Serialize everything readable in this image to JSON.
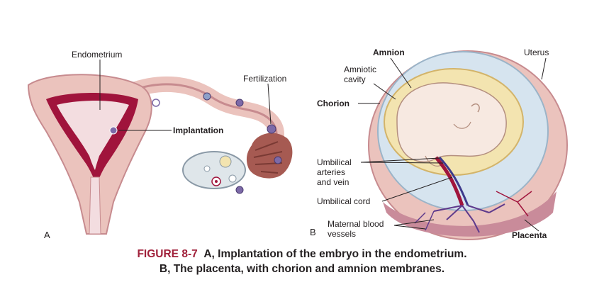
{
  "panel_a": {
    "letter": "A",
    "labels": {
      "endometrium": "Endometrium",
      "fertilization": "Fertilization",
      "implantation": "Implantation"
    }
  },
  "panel_b": {
    "letter": "B",
    "labels": {
      "amnion": "Amnion",
      "uterus": "Uterus",
      "amniotic_cavity_1": "Amniotic",
      "amniotic_cavity_2": "cavity",
      "chorion": "Chorion",
      "umbilical_1": "Umbilical",
      "umbilical_2": "arteries",
      "umbilical_3": "and vein",
      "umbilical_cord": "Umbilical cord",
      "maternal_1": "Maternal blood",
      "maternal_2": "vessels",
      "placenta": "Placenta"
    }
  },
  "caption": {
    "number": "FIGURE 8-7",
    "line1": "A, Implantation of the embryo in the endometrium.",
    "line2": "B, The placenta, with chorion and amnion membranes."
  },
  "colors": {
    "uterus_outer": "#ebc3bd",
    "endometrium": "#a0143c",
    "amniotic_fluid": "#d6e4ef",
    "amnion": "#f3e4b0",
    "embryo": "#f7e9e1",
    "caption_accent": "#a0203a"
  }
}
